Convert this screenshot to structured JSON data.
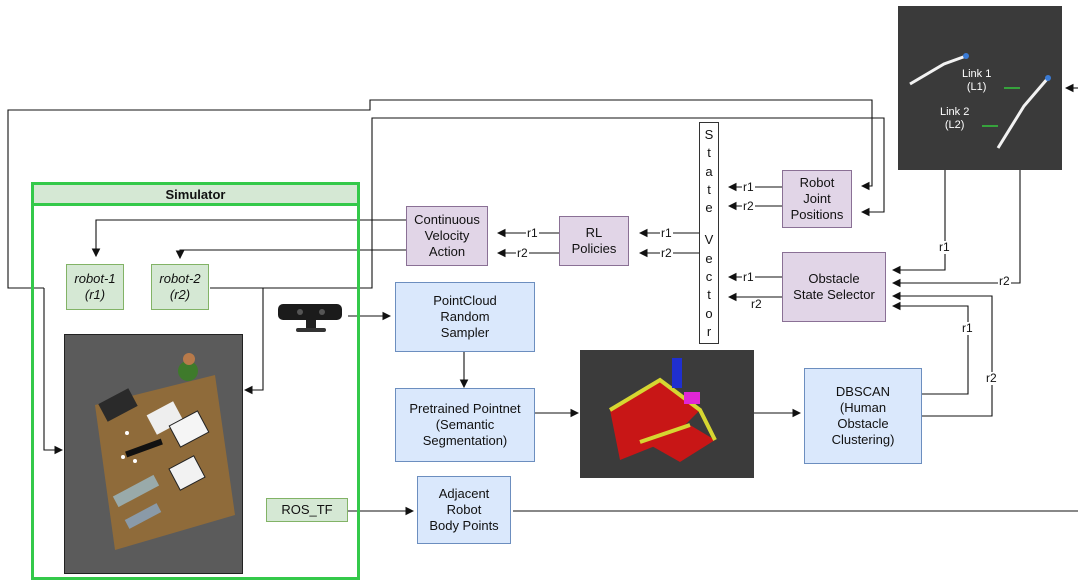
{
  "simulator": {
    "title": "Simulator"
  },
  "robots": {
    "robot1": "robot-1\n(r1)",
    "robot2": "robot-2\n(r2)"
  },
  "nodes": {
    "continuous_velocity": "Continuous\nVelocity\nAction",
    "rl_policies": "RL\nPolicies",
    "robot_joint_positions": "Robot\nJoint\nPositions",
    "obstacle_state_selector": "Obstacle\nState Selector",
    "pointcloud_sampler": "PointCloud\nRandom\nSampler",
    "pretrained_pointnet": "Pretrained Pointnet\n(Semantic\nSegmentation)",
    "dbscan": "DBSCAN\n(Human\nObstacle\nClustering)",
    "adjacent_body_points": "Adjacent\nRobot\nBody Points",
    "ros_tf": "ROS_TF"
  },
  "state_vector": [
    "S",
    "t",
    "a",
    "t",
    "e",
    "",
    "V",
    "e",
    "c",
    "t",
    "o",
    "r"
  ],
  "edge_labels": {
    "r1": "r1",
    "r2": "r2"
  },
  "inset": {
    "link1": "Link 1\n(L1)",
    "link2": "Link 2\n(L2)"
  }
}
